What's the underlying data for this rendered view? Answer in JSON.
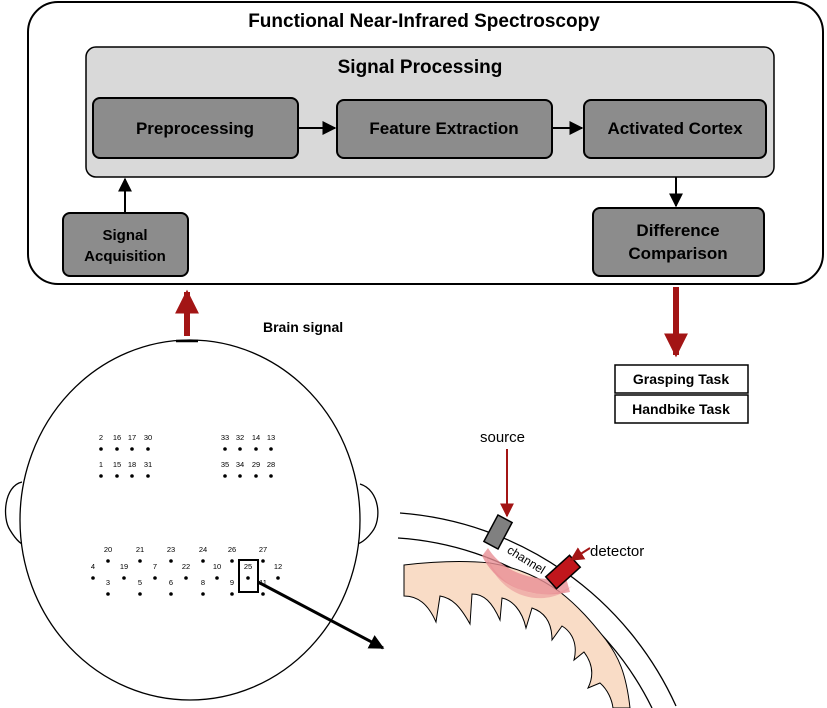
{
  "title": "Functional Near-Infrared Spectroscopy",
  "signal_processing": {
    "title": "Signal Processing",
    "steps": [
      "Preprocessing",
      "Feature Extraction",
      "Activated Cortex"
    ]
  },
  "acquisition": {
    "line1": "Signal",
    "line2": "Acquisition"
  },
  "comparison": {
    "line1": "Difference",
    "line2": "Comparison"
  },
  "brain_signal_label": "Brain signal",
  "tasks": [
    "Grasping Task",
    "Handbike Task"
  ],
  "optode": {
    "source_label": "source",
    "detector_label": "detector",
    "channel_label": "channel"
  },
  "channels": {
    "front_left": [
      "2",
      "16",
      "17",
      "30",
      "1",
      "15",
      "18",
      "31"
    ],
    "front_right": [
      "33",
      "32",
      "14",
      "13",
      "35",
      "34",
      "29",
      "28"
    ],
    "back": [
      "20",
      "21",
      "23",
      "24",
      "26",
      "27",
      "4",
      "19",
      "7",
      "22",
      "10",
      "25",
      "12",
      "3",
      "5",
      "6",
      "8",
      "9",
      "11"
    ]
  },
  "colors": {
    "box_fill": "#8c8c8c",
    "panel_fill": "#d9d9d9",
    "arrow_red": "#a31515",
    "source_gray": "#808080",
    "detector_red": "#c0161c",
    "bone": "#f9dcc6",
    "channel_pink": "#e98f95"
  }
}
